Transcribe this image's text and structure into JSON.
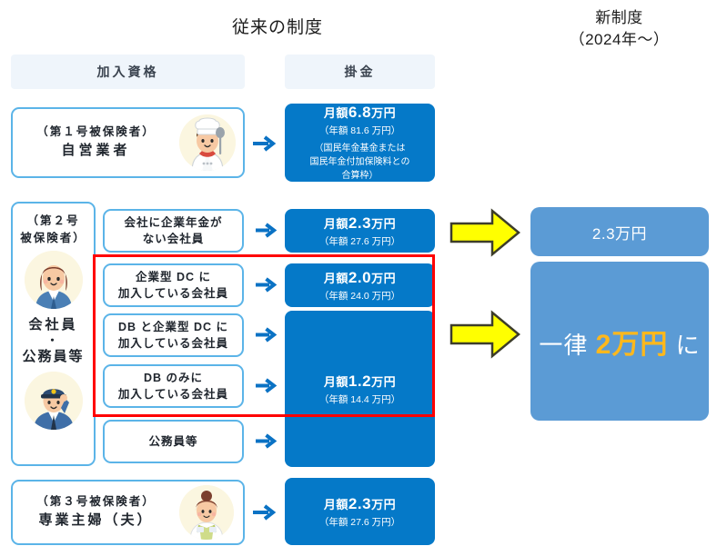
{
  "titles": {
    "old_system": "従来の制度",
    "new_system_line1": "新制度",
    "new_system_line2": "（2024年〜）"
  },
  "column_headers": {
    "eligibility": "加入資格",
    "contribution": "掛金"
  },
  "rows": [
    {
      "id": "row-1st-insured",
      "category_line1": "（第１号被保険者）",
      "category_line2": "自営業者",
      "avatar": "chef-avatar",
      "amount_monthly_prefix": "月額",
      "amount_monthly_value": "6.8",
      "amount_monthly_unit": "万円",
      "amount_yearly": "（年額 81.6 万円）",
      "note_line1": "（国民年金基金または",
      "note_line2": "国民年金付加保険料との",
      "note_line3": "合算枠）"
    },
    {
      "id": "row-no-corporate-pension",
      "condition_line1": "会社に企業年金が",
      "condition_line2": "ない会社員",
      "amount_monthly_prefix": "月額",
      "amount_monthly_value": "2.3",
      "amount_monthly_unit": "万円",
      "amount_yearly": "（年額 27.6 万円）"
    },
    {
      "id": "row-corporate-dc",
      "condition_line1": "企業型 DC に",
      "condition_line2": "加入している会社員",
      "amount_monthly_prefix": "月額",
      "amount_monthly_value": "2.0",
      "amount_monthly_unit": "万円",
      "amount_yearly": "（年額 24.0 万円）"
    },
    {
      "id": "row-db-and-dc",
      "condition_line1": "DB と企業型 DC に",
      "condition_line2": "加入している会社員",
      "amount_monthly_prefix": "月額",
      "amount_monthly_value": "1.2",
      "amount_monthly_unit": "万円",
      "amount_yearly": "（年額 14.4 万円）"
    },
    {
      "id": "row-db-only",
      "condition_line1": "DB のみに",
      "condition_line2": "加入している会社員"
    },
    {
      "id": "row-public-servant",
      "condition_line1": "公務員等"
    },
    {
      "id": "row-3rd-insured",
      "category_line1": "（第３号被保険者）",
      "category_line2": "専業主婦（夫）",
      "avatar": "housewife-avatar",
      "amount_monthly_prefix": "月額",
      "amount_monthly_value": "2.3",
      "amount_monthly_unit": "万円",
      "amount_yearly": "（年額 27.6 万円）"
    }
  ],
  "second_insured_panel": {
    "line1": "（第２号",
    "line2": "被保険者）",
    "role_line1": "会社員",
    "role_dot": "・",
    "role_line2": "公務員等",
    "avatar_top": "office-worker-avatar",
    "avatar_bottom": "police-officer-avatar"
  },
  "new_system": {
    "box_top_value": "2.3万円",
    "box_bottom_prefix": "一律",
    "box_bottom_highlight": "2万円",
    "box_bottom_suffix": "に"
  },
  "colors": {
    "dark_blue": "#0579C8",
    "light_blue": "#5B9BD5",
    "header_bg": "#EFF5FB",
    "box_border": "#5BB4E8",
    "highlight_red": "#FF0000",
    "arrow_yellow": "#FFFF00",
    "accent_gold": "#FFB81C",
    "avatar_bg": "#FBF6E0"
  }
}
